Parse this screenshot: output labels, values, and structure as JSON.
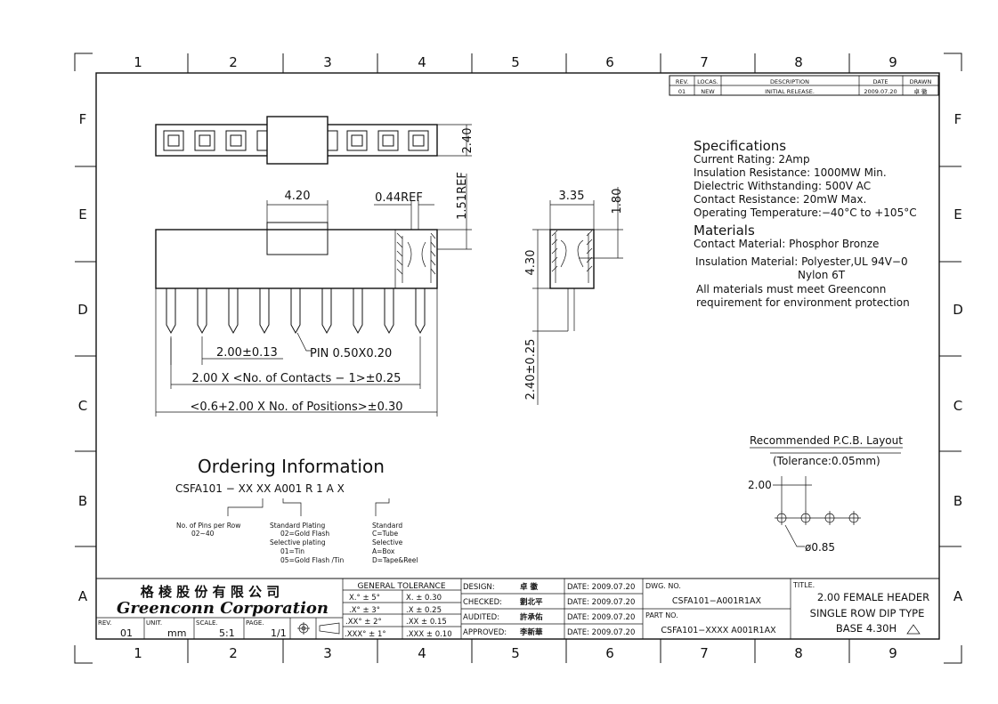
{
  "zones": {
    "columns": [
      "1",
      "2",
      "3",
      "4",
      "5",
      "6",
      "7",
      "8",
      "9"
    ],
    "rows": [
      "F",
      "E",
      "D",
      "C",
      "B",
      "A"
    ]
  },
  "revision": {
    "headers": [
      "REV.",
      "LOCAS.",
      "DESCRIPTION",
      "DATE",
      "DRAWN"
    ],
    "row": [
      "01",
      "NEW",
      "INITIAL RELEASE.",
      "2009.07.20",
      "卓 徽"
    ]
  },
  "dimensions": {
    "height_top": "2.40",
    "width_box": "4.20",
    "ref_044": "0.44REF",
    "ref_151": "1.51REF",
    "pitch": "2.00±0.13",
    "pin": "PIN 0.50X0.20",
    "contacts": "2.00 X <No. of Contacts − 1>±0.25",
    "positions": "<0.6+2.00 X No. of Positions>±0.30",
    "side_width": "3.35",
    "side_top": "1.80",
    "side_height": "4.30",
    "tail": "2.40±0.25"
  },
  "specifications": {
    "title": "Specifications",
    "lines": [
      "Current Rating:   2Amp",
      "Insulation Resistance:   1000MW Min.",
      "Dielectric Withstanding:   500V AC",
      "Contact Resistance:   20mW Max.",
      "Operating Temperature:−40°C  to  +105°C"
    ]
  },
  "materials": {
    "title": "Materials",
    "lines": [
      "Contact Material:  Phosphor Bronze",
      "Insulation Material:  Polyester,UL  94V−0",
      "Nylon 6T",
      "All materials must meet Greenconn",
      "requirement for environment protection"
    ]
  },
  "pcb": {
    "title": "Recommended P.C.B. Layout",
    "tolerance": "(Tolerance:0.05mm)",
    "pitch": "2.00",
    "hole": "ø0.85"
  },
  "ordering": {
    "title": "Ordering  Information",
    "code": "CSFA101  −  XX    XX    A001  R  1  A   X",
    "pins_label": [
      "No. of Pins per Row",
      "02~40"
    ],
    "plating": [
      "Standard Plating",
      "02=Gold Flash",
      "Selective plating",
      "01=Tin",
      "05=Gold Flash /Tin"
    ],
    "packing": [
      "Standard",
      "C=Tube",
      "Selective",
      "A=Box",
      "D=Tape&Reel"
    ]
  },
  "title_block": {
    "company_cn": "格 棱 股 份 有 限 公 司",
    "company_en": "Greenconn Corporation",
    "rev_label": "REV.",
    "rev": "01",
    "unit_label": "UNIT.",
    "unit": "mm",
    "scale_label": "SCALE.",
    "scale": "5:1",
    "page_label": "PAGE.",
    "page": "1/1",
    "tol_title": "GENERAL  TOLERANCE",
    "tol_rows": [
      [
        "X.° ± 5°",
        "X.     ± 0.30"
      ],
      [
        ".X° ± 3°",
        ".X     ± 0.25"
      ],
      [
        ".XX° ± 2°",
        ".XX    ± 0.15"
      ],
      [
        ".XXX° ± 1°",
        ".XXX  ± 0.10"
      ]
    ],
    "signoff": [
      [
        "DESIGN:",
        "卓 徽",
        "DATE: 2009.07.20"
      ],
      [
        "CHECKED:",
        "劉北平",
        "DATE: 2009.07.20"
      ],
      [
        "AUDITED:",
        "許承佑",
        "DATE: 2009.07.20"
      ],
      [
        "APPROVED:",
        "李新華",
        "DATE: 2009.07.20"
      ]
    ],
    "dwg_label": "DWG. NO.",
    "dwg_no": "CSFA101−A001R1AX",
    "part_label": "PART NO.",
    "part_no": "CSFA101−XXXX A001R1AX",
    "title_label": "TITLE.",
    "title_lines": [
      "2.00 FEMALE HEADER",
      "SINGLE ROW DIP TYPE",
      "BASE 4.30H"
    ]
  }
}
